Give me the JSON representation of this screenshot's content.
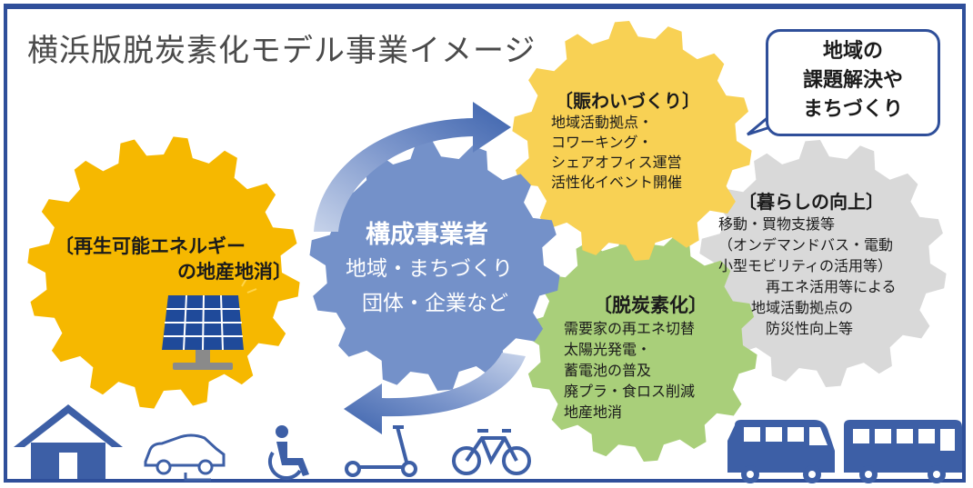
{
  "title": "横浜版脱炭素化モデル事業イメージ",
  "colors": {
    "frame": "#2f4f9a",
    "energy_gear": "#f6b800",
    "center_gear": "#7491c9",
    "nigiwai_gear": "#f8d154",
    "kurashi_gear": "#d9d9d9",
    "datsutanso_gear": "#a9cf7a",
    "icons": "#3d5fa6"
  },
  "energy": {
    "line1": "〔再生可能エネルギー",
    "line2": "の地産地消〕",
    "icon": "solar-panel-icon"
  },
  "center": {
    "title": "構成事業者",
    "line1": "地域・まちづくり",
    "line2": "団体・企業など"
  },
  "nigiwai": {
    "heading": "〔賑わいづくり〕",
    "items": [
      "地域活動拠点・",
      "コワーキング・",
      "シェアオフィス運営",
      "活性化イベント開催"
    ]
  },
  "kurashi": {
    "heading": "〔暮らしの向上〕",
    "items": [
      "移動・買物支援等",
      "（オンデマンドバス・電動",
      "小型モビリティの活用等）",
      "再エネ活用等による",
      "地域活動拠点の",
      "防災性向上等"
    ]
  },
  "datsutanso": {
    "heading": "〔脱炭素化〕",
    "items": [
      "需要家の再エネ切替",
      "太陽光発電・",
      "蓄電池の普及",
      "廃プラ・食ロス削減",
      "地産地消"
    ]
  },
  "bubble": {
    "lines": [
      "地域の",
      "課題解決や",
      "まちづくり"
    ]
  },
  "bottom_icons": [
    "house-icon",
    "electric-car-icon",
    "wheelchair-icon",
    "kick-scooter-icon",
    "bicycle-icon",
    "van-icon",
    "bus-icon"
  ]
}
